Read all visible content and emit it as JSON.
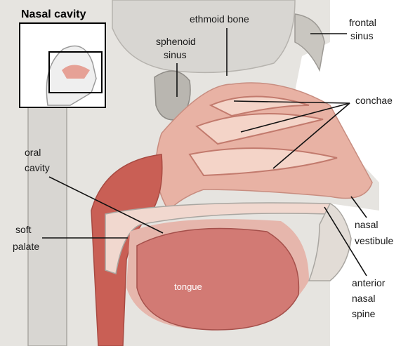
{
  "inset": {
    "title": "Nasal cavity"
  },
  "labels": {
    "ethmoid_bone": "ethmoid bone",
    "frontal_sinus_1": "frontal",
    "frontal_sinus_2": "sinus",
    "sphenoid_sinus_1": "sphenoid",
    "sphenoid_sinus_2": "sinus",
    "conchae": "conchae",
    "oral_cavity_1": "oral",
    "oral_cavity_2": "cavity",
    "soft_palate_1": "soft",
    "soft_palate_2": "palate",
    "nasal_vestibule_1": "nasal",
    "nasal_vestibule_2": "vestibule",
    "anterior_nasal_spine_1": "anterior",
    "anterior_nasal_spine_2": "nasal",
    "anterior_nasal_spine_3": "spine",
    "tongue": "tongue"
  },
  "colors": {
    "bone": "#e6e4e0",
    "bone_dark": "#c9c6c0",
    "tissue_pink": "#e8b2a4",
    "tissue_deep": "#c95f55",
    "tissue_light": "#f4d4c8",
    "tongue": "#d27a74",
    "line": "#111111"
  }
}
